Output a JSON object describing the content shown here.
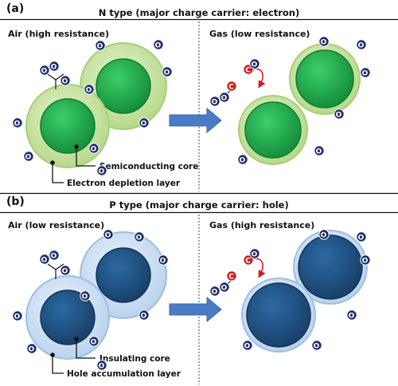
{
  "panel_a": {
    "label": "(a)",
    "title": "N type (major charge carrier: electron)",
    "left_label": "Air (high resistance)",
    "right_label": "Gas (low resistance)",
    "core_annotation": "Semiconducting core",
    "layer_annotation": "Electron depletion layer",
    "core_color": "#1faa4a",
    "layer_color": "#c9e6a6"
  },
  "panel_b": {
    "label": "(b)",
    "title": "P type (major charge carrier: hole)",
    "left_label": "Air (low resistance)",
    "right_label": "Gas (high resistance)",
    "core_annotation": "Insulating core",
    "layer_annotation": "Hole accumulation layer",
    "core_color": "#1f4e7e",
    "layer_color": "#cfe1f4"
  },
  "ion": {
    "oxygen_symbol": "O",
    "oxygen_charge": "-",
    "carbon_symbol": "C"
  },
  "colors": {
    "arrow": "#4a7bc4",
    "oxygen_ion": "#1d2f6b",
    "carbon_ion": "#cc1f1f"
  }
}
